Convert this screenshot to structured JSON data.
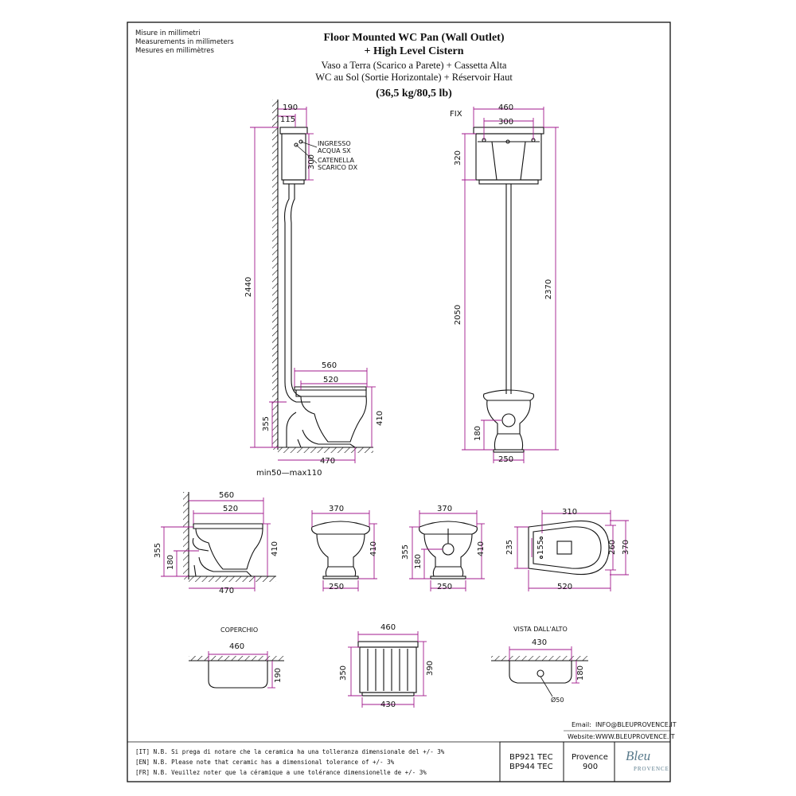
{
  "units": {
    "it": "Misure in millimetri",
    "en": "Measurements in millimeters",
    "fr": "Mesures en millimètres"
  },
  "title": {
    "line1": "Floor Mounted WC Pan (Wall Outlet)",
    "line2": "+ High Level Cistern",
    "line3": "Vaso a Terra (Scarico a Parete) + Cassetta Alta",
    "line4": "WC au Sol (Sortie Horizontale) + Réservoir Haut",
    "weight": "(36,5 kg/80,5 lb)"
  },
  "side_view": {
    "d_top_190": "190",
    "d_top_115": "115",
    "inlet_l1": "INGRESSO",
    "inlet_l2": "ACQUA SX",
    "chain_l1": "CATENELLA",
    "chain_l2": "SCARICO DX",
    "d_300": "300",
    "d_2440": "2440",
    "d_560": "560",
    "d_520": "520",
    "d_355": "355",
    "d_410": "410",
    "d_470": "470",
    "outlet_range": "min50—max110"
  },
  "front_view": {
    "fix": "FIX",
    "d_460": "460",
    "d_300": "300",
    "d_320": "320",
    "d_2050": "2050",
    "d_2370": "2370",
    "d_180": "180",
    "d_250": "250"
  },
  "row2": {
    "a_560": "560",
    "a_520": "520",
    "a_355": "355",
    "a_180": "180",
    "a_410": "410",
    "a_470": "470",
    "b_370": "370",
    "b_410": "410",
    "b_250": "250",
    "c_370": "370",
    "c_355": "355",
    "c_180": "180",
    "c_410": "410",
    "c_250": "250",
    "d_310": "310",
    "d_235": "235",
    "d_155": "155",
    "d_260": "260",
    "d_370": "370",
    "d_520": "520"
  },
  "row3": {
    "lid_label": "COPERCHIO",
    "lid_460": "460",
    "lid_190": "190",
    "cist_460": "460",
    "cist_350": "350",
    "cist_390": "390",
    "cist_430": "430",
    "top_label": "VISTA DALL'ALTO",
    "top_430": "430",
    "top_180": "180",
    "top_hole": "Ø50"
  },
  "notes": {
    "it": "[IT] N.B. Si prega di notare che la ceramica ha una tolleranza dimensionale del +/- 3%",
    "en": "[EN] N.B. Please note that ceramic has a dimensional tolerance of +/- 3%",
    "fr": "[FR] N.B. Veuillez noter que la céramique a une tolérance dimensionelle de +/- 3%"
  },
  "contact": {
    "email_label": "Email:",
    "email": "INFO@BLEUPROVENCE.IT",
    "website_label": "Website:",
    "website": "WWW.BLEUPROVENCE.IT"
  },
  "title_block": {
    "code1": "BP921  TEC",
    "code2": "BP944  TEC",
    "series1": "Provence",
    "series2": "900",
    "logo_main": "Bleu",
    "logo_sub": "PROVENCE"
  },
  "colors": {
    "dimension_line": "#a2198c",
    "line": "#111111",
    "logo": "#5a7b8c"
  }
}
